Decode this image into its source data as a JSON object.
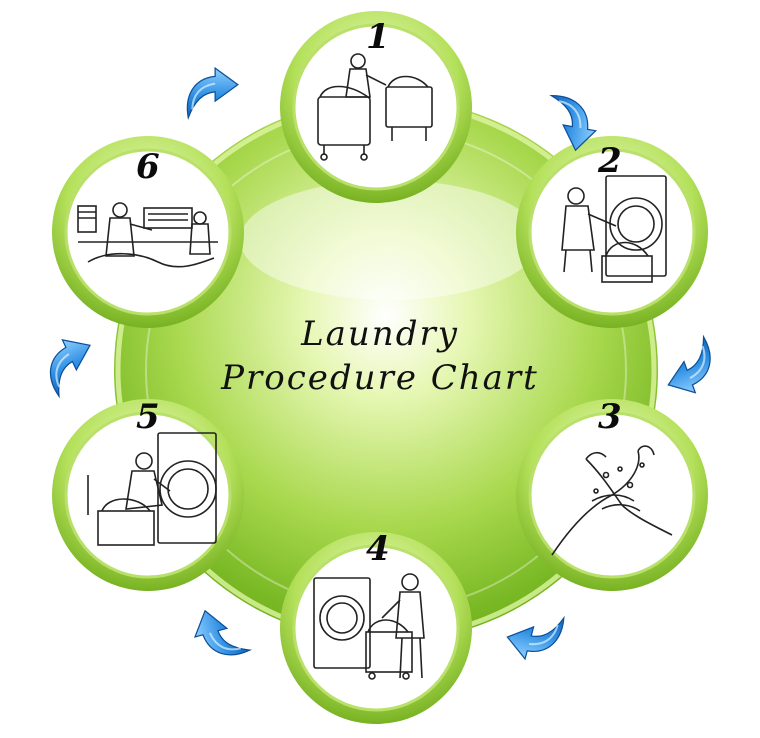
{
  "title": {
    "line1": "Laundry",
    "line2": "Procedure Chart"
  },
  "steps": [
    {
      "number": "1",
      "illustration": "worker-with-laundry-carts"
    },
    {
      "number": "2",
      "illustration": "worker-loading-washer"
    },
    {
      "number": "3",
      "illustration": "hand-washing"
    },
    {
      "number": "4",
      "illustration": "worker-unloading-washer-to-cart"
    },
    {
      "number": "5",
      "illustration": "worker-unloading-dryer"
    },
    {
      "number": "6",
      "illustration": "workers-folding-linens"
    }
  ],
  "colors": {
    "green_light": "#eafbb6",
    "green_mid": "#a6d94a",
    "green_dark": "#6fb31a",
    "arrow_blue": "#2b8fe0"
  },
  "arrow_icon": "curved-arrow-icon"
}
